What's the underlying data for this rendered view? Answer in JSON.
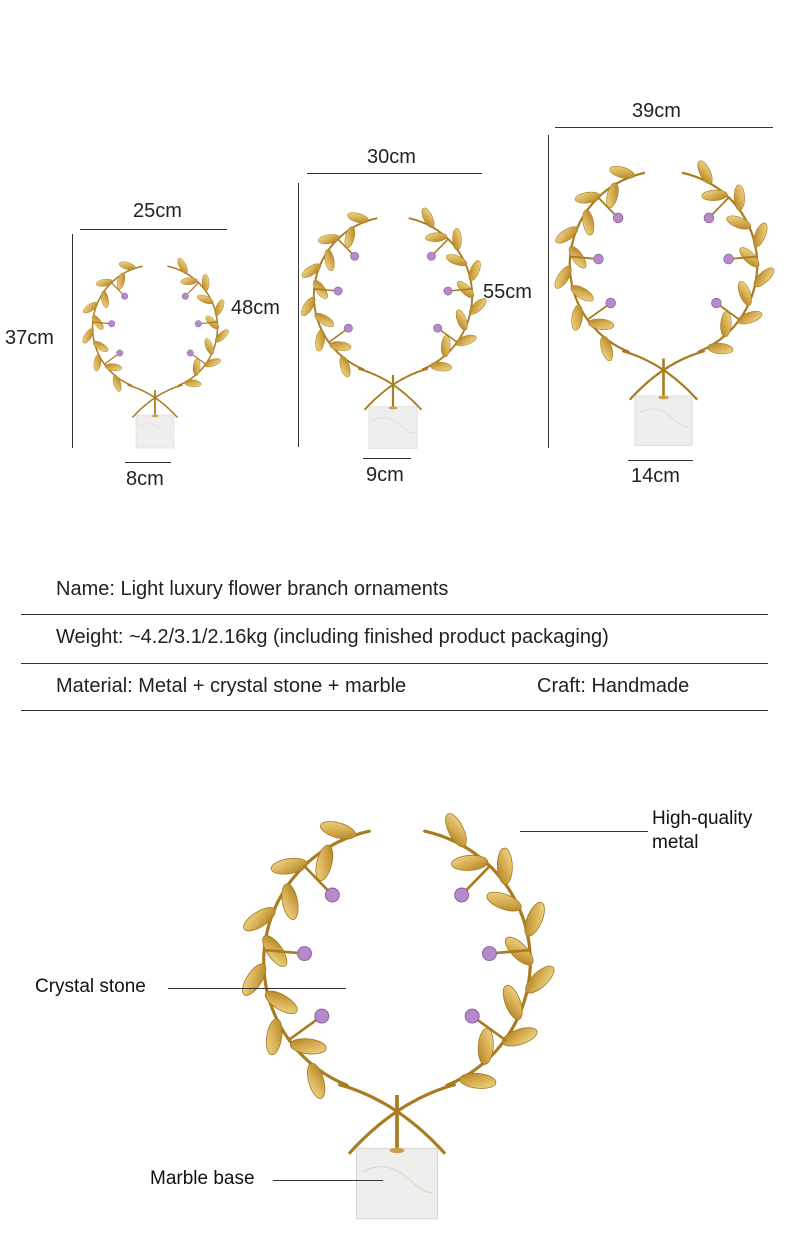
{
  "products": [
    {
      "width_label": "25cm",
      "height_label": "37cm",
      "base_label": "8cm"
    },
    {
      "width_label": "30cm",
      "height_label": "48cm",
      "base_label": "9cm"
    },
    {
      "width_label": "39cm",
      "height_label": "55cm",
      "base_label": "14cm"
    }
  ],
  "specs": {
    "name": "Name: Light luxury flower branch ornaments",
    "weight": "Weight: ~4.2/3.1/2.16kg (including finished product packaging)",
    "material": "Material: Metal + crystal stone + marble",
    "craft": "Craft: Handmade"
  },
  "callouts": {
    "metal_line1": "High-quality",
    "metal_line2": "metal",
    "crystal": "Crystal stone",
    "base": "Marble base"
  },
  "colors": {
    "gold": "#d4aa4c",
    "gold_dark": "#a97c22",
    "crystal": "#b58ac9",
    "marble": "#eeeeec"
  }
}
